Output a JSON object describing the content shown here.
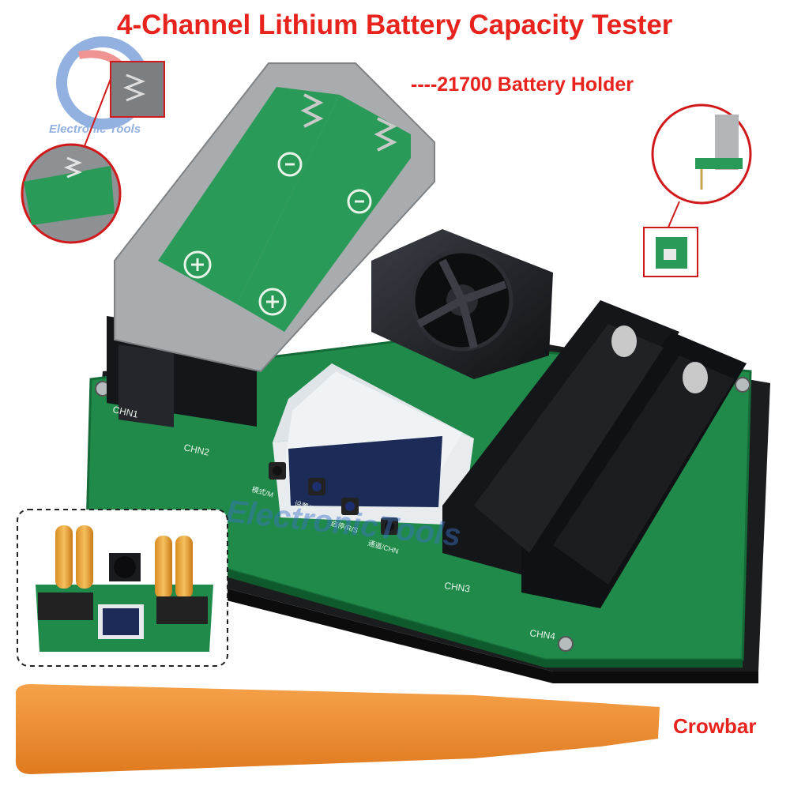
{
  "header": {
    "title": "4-Channel Lithium Battery Capacity Tester",
    "subtitle": "----21700 Battery Holder"
  },
  "labels": {
    "crowbar": "Crowbar"
  },
  "board": {
    "channels": [
      "CHN1",
      "CHN2",
      "CHN3",
      "CHN4"
    ],
    "buttons": [
      "模式/M",
      "设置/S",
      "启停/R/S",
      "通道/CHN"
    ]
  },
  "watermark": {
    "small": "Electronic Tools",
    "large": "ElectronicTools"
  },
  "colors": {
    "title": "#e8231d",
    "pcb": "#1f8a4a",
    "holder_gray": "#a9acae",
    "crowbar": "#f08a2c",
    "callout_circle": "#d0191a"
  }
}
